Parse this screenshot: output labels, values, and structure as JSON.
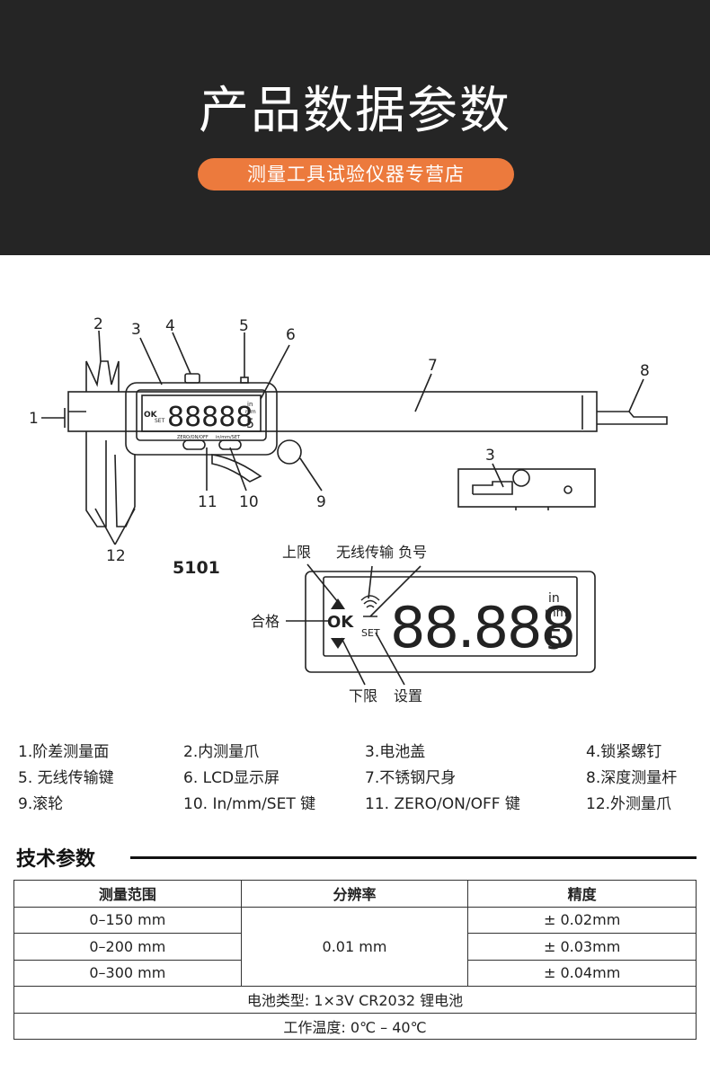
{
  "header": {
    "title": "产品数据参数",
    "badge": "测量工具试验仪器专营店"
  },
  "diagram": {
    "callouts": [
      "1",
      "2",
      "3",
      "4",
      "5",
      "6",
      "7",
      "8",
      "9",
      "10",
      "11",
      "12"
    ],
    "cover_callout": "3",
    "model": "5101",
    "lcd_small": {
      "digits": "88888",
      "unit_in": "in",
      "unit_mm": "mm",
      "sub_digit": "5",
      "ok": "OK",
      "set": "SET",
      "btn_left": "ZERO/ON/OFF",
      "btn_right": "in/mm/SET"
    },
    "lcd_large": {
      "digits": "88.888",
      "unit_in": "in",
      "unit_mm": "mm",
      "sub_digit": "5",
      "ok": "OK",
      "set": "SET"
    },
    "labels": {
      "upper_limit": "上限",
      "wireless_negative": "无线传输 负号",
      "pass": "合格",
      "lower_limit": "下限",
      "setting": "设置"
    }
  },
  "parts": [
    "1.阶差测量面",
    "2.内测量爪",
    "3.电池盖",
    "4.锁紧螺钉",
    "5. 无线传输键",
    "6. LCD显示屏",
    "7.不锈钢尺身",
    "8.深度测量杆",
    "9.滚轮",
    "10. In/mm/SET 键",
    "11. ZERO/ON/OFF 键",
    "12.外测量爪"
  ],
  "specs": {
    "heading": "技术参数",
    "headers": [
      "测量范围",
      "分辨率",
      "精度"
    ],
    "ranges": [
      "0–150 mm",
      "0–200 mm",
      "0–300 mm"
    ],
    "resolution": "0.01 mm",
    "accuracy": [
      "± 0.02mm",
      "± 0.03mm",
      "± 0.04mm"
    ],
    "battery": "电池类型: 1×3V CR2032 锂电池",
    "temperature": "工作温度: 0℃ – 40℃"
  }
}
